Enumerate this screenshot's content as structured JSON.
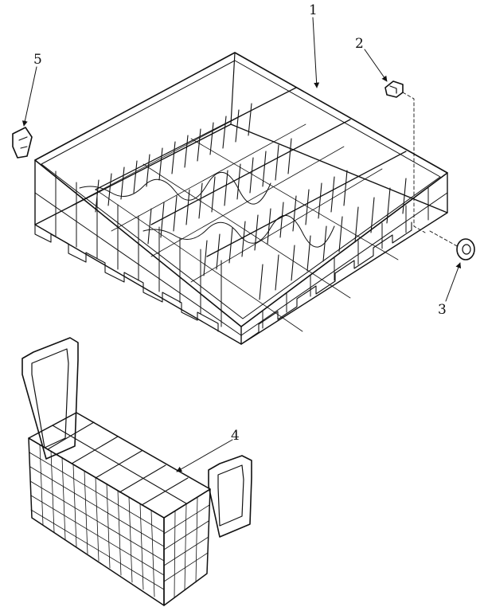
{
  "diagram": {
    "callouts": [
      {
        "id": "rack",
        "label": "1"
      },
      {
        "id": "stop-clip",
        "label": "2"
      },
      {
        "id": "wheel",
        "label": "3"
      },
      {
        "id": "silverware-basket",
        "label": "4"
      },
      {
        "id": "cap",
        "label": "5"
      }
    ],
    "colors": {
      "ink": "#111111",
      "background": "#ffffff"
    }
  }
}
